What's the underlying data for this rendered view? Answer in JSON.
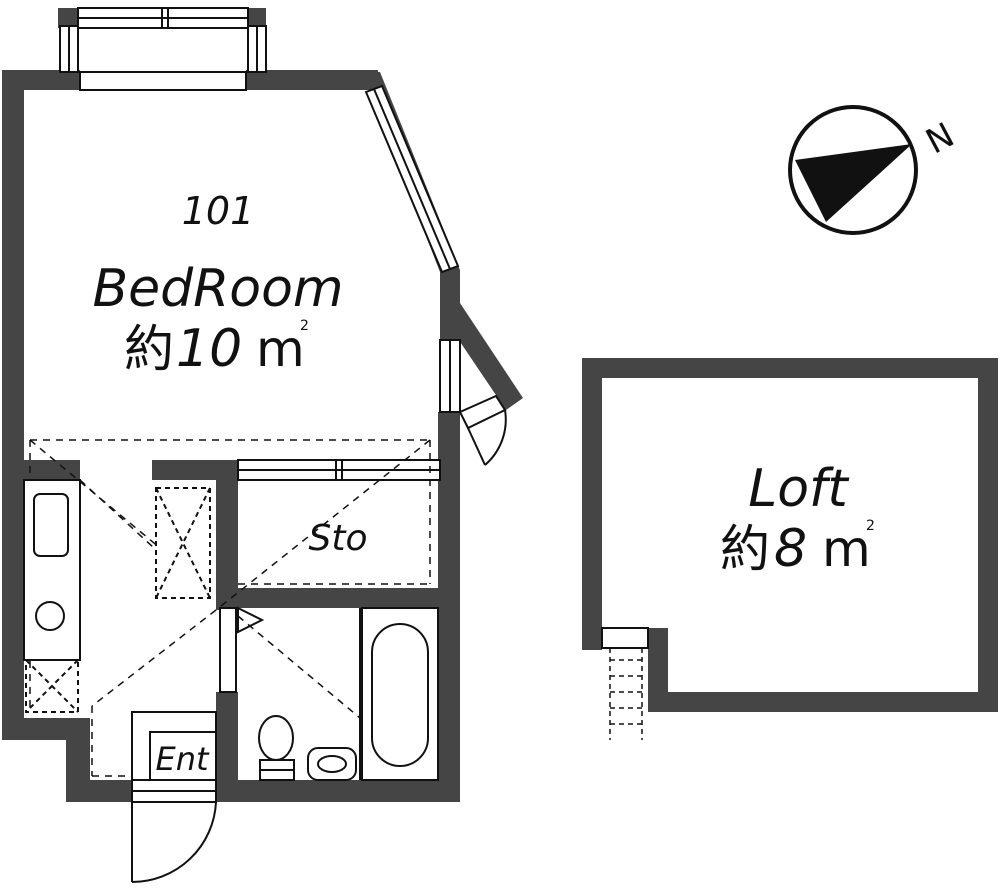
{
  "plan": {
    "unit_number": "101",
    "bedroom": {
      "name": "BedRoom",
      "size_prefix": "約",
      "size_value": "10",
      "size_unit": "m",
      "size_superscript": "2"
    },
    "storage": {
      "name": "Sto"
    },
    "entrance": {
      "name": "Ent"
    },
    "loft": {
      "name": "Loft",
      "size_prefix": "約",
      "size_value": "8",
      "size_unit": "m",
      "size_superscript": "2"
    },
    "compass": {
      "label": "N"
    }
  },
  "colors": {
    "wall": "#454545",
    "line": "#111111",
    "background": "#ffffff"
  }
}
